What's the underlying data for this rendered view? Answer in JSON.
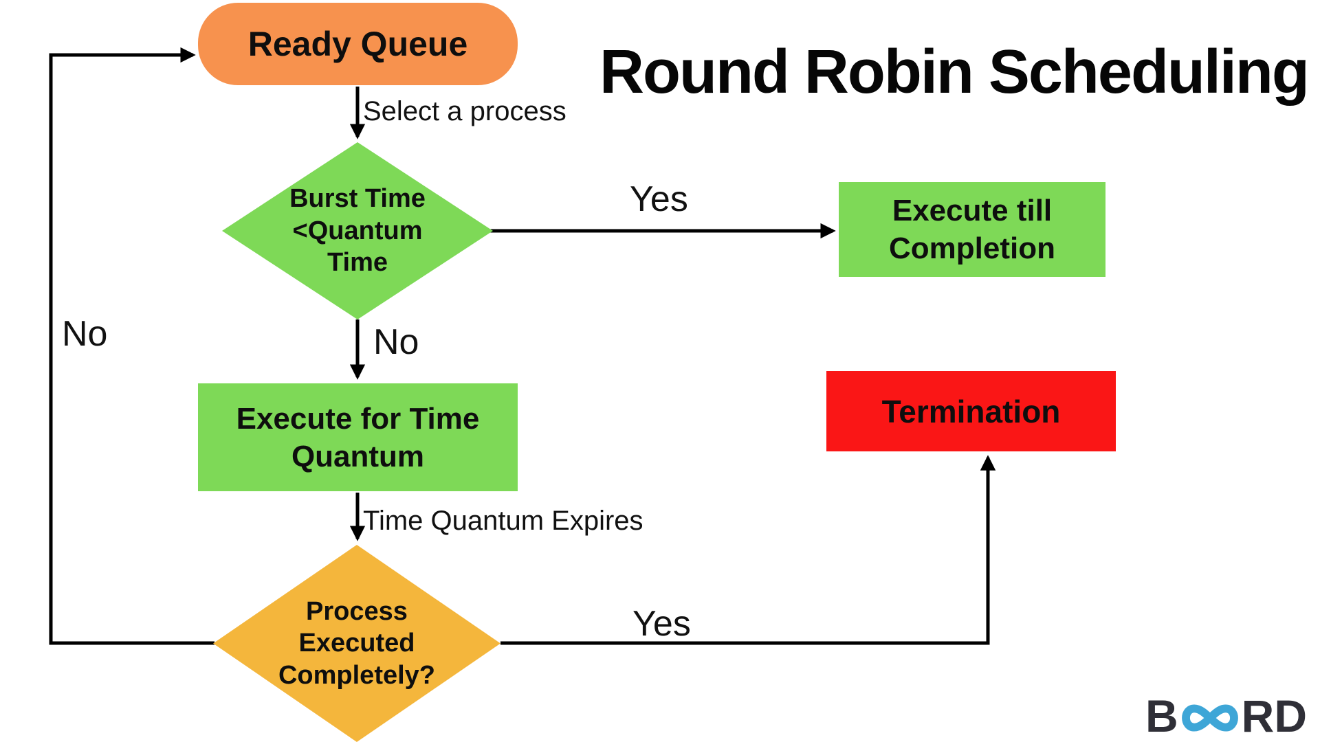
{
  "title": "Round Robin Scheduling",
  "nodes": {
    "ready_queue": {
      "label": "Ready Queue",
      "color": "#F7924E",
      "shape": "rounded-pill"
    },
    "burst_check": {
      "lines": [
        "Burst Time",
        "<Quantum",
        "Time"
      ],
      "color": "#7ED957",
      "shape": "diamond"
    },
    "execute_completion": {
      "lines": [
        "Execute till",
        "Completion"
      ],
      "color": "#7ED957",
      "shape": "rectangle"
    },
    "execute_quantum": {
      "lines": [
        "Execute for Time",
        "Quantum"
      ],
      "color": "#7ED957",
      "shape": "rectangle"
    },
    "process_complete_check": {
      "lines": [
        "Process",
        "Executed",
        "Completely?"
      ],
      "color": "#F4B63C",
      "shape": "diamond"
    },
    "termination": {
      "label": "Termination",
      "color": "#FA1616",
      "shape": "rectangle"
    }
  },
  "edge_labels": {
    "select_process": "Select a process",
    "yes_top": "Yes",
    "no_middle": "No",
    "no_left": "No",
    "time_quantum_expires": "Time Quantum Expires",
    "yes_bottom": "Yes"
  },
  "logo": {
    "prefix": "B",
    "suffix": "RD",
    "infinity_color": "#3EA6D7",
    "text_color": "#2F2F37"
  },
  "palette": {
    "line": "#000000",
    "background": "#FFFFFF",
    "node_text": "#0E0E0E"
  }
}
